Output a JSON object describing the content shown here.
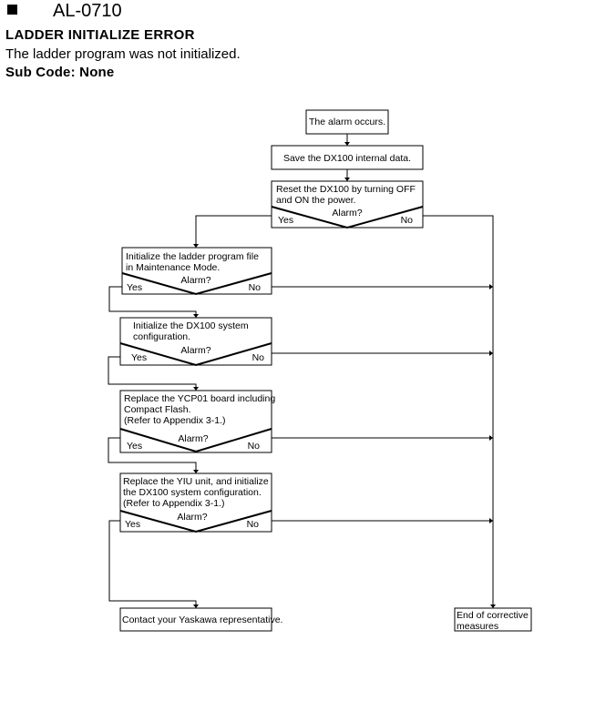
{
  "header": {
    "alarm_code": "AL-0710",
    "title": "LADDER INITIALIZE ERROR",
    "description": "The ladder program was not initialized.",
    "sub_code": "Sub Code: None"
  },
  "flowchart": {
    "start": "The alarm occurs.",
    "step_save": "Save the DX100 internal data.",
    "step_reset": [
      "Reset the DX100 by turning OFF",
      "and ON the power."
    ],
    "step_ladder": [
      "Initialize the ladder program file",
      "in Maintenance Mode."
    ],
    "step_sysconfig": [
      "Initialize the DX100 system",
      "configuration."
    ],
    "step_ycp01": [
      "Replace the YCP01 board including",
      "Compact Flash.",
      "(Refer to Appendix 3-1.)"
    ],
    "step_yiu": [
      "Replace the YIU unit, and initialize",
      "the DX100 system configuration.",
      "(Refer to Appendix 3-1.)"
    ],
    "decision_label": "Alarm?",
    "yes_label": "Yes",
    "no_label": "No",
    "contact": "Contact your Yaskawa representative.",
    "end": [
      "End of corrective",
      "measures"
    ]
  }
}
